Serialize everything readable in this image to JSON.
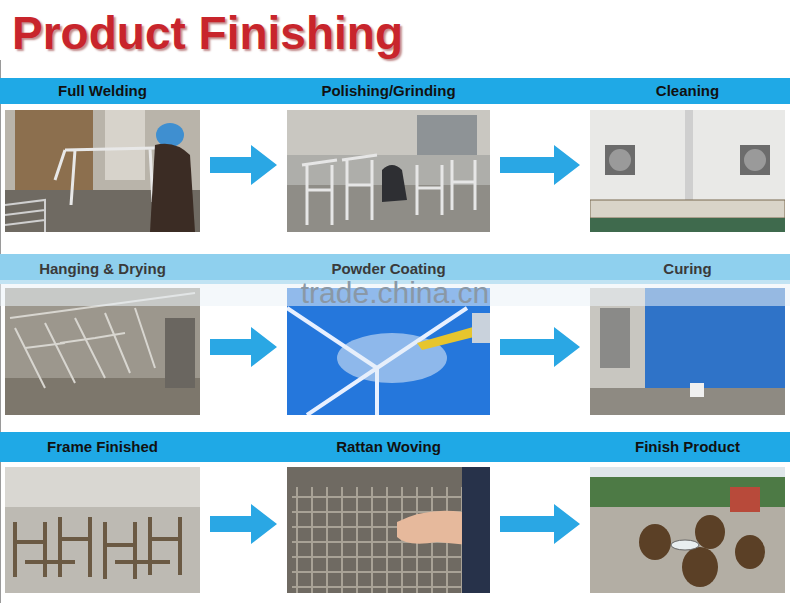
{
  "diagram": {
    "title": "Product Finishing",
    "nodes": [
      {
        "text": [
          "Full Welding"
        ]
      },
      {
        "text": [
          "Polishing/Grinding"
        ]
      },
      {
        "text": [
          "Cleaning"
        ]
      },
      {
        "text": [
          "Hanging & Drying"
        ]
      },
      {
        "text": [
          "Powder Coating"
        ]
      },
      {
        "text": [
          "Curing"
        ]
      },
      {
        "text": [
          "Frame Finished"
        ]
      },
      {
        "text": [
          "Rattan Woving"
        ]
      },
      {
        "text": [
          "Finish Product"
        ]
      }
    ],
    "edges": [
      {
        "from": 0,
        "to": 1,
        "arrow": "to"
      },
      {
        "from": 1,
        "to": 2,
        "arrow": "to"
      },
      {
        "from": 3,
        "to": 4,
        "arrow": "to"
      },
      {
        "from": 4,
        "to": 5,
        "arrow": "to"
      },
      {
        "from": 6,
        "to": 7,
        "arrow": "to"
      },
      {
        "from": 7,
        "to": 8,
        "arrow": "to"
      }
    ],
    "labels": [
      "trade.china.cn"
    ]
  }
}
